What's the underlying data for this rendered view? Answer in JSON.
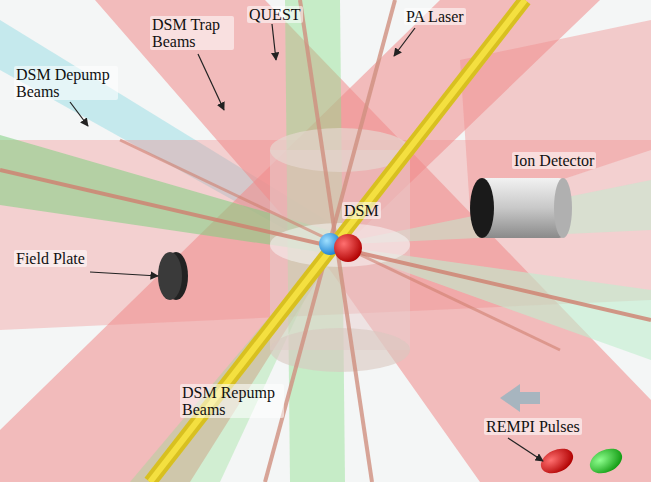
{
  "diagram": {
    "labels": [
      "DSM Trap Beams",
      "QUEST",
      "PA Laser",
      "DSM Depump Beams",
      "Ion Detector",
      "DSM",
      "Field Plate",
      "DSM Repump Beams",
      "REMPI Pulses"
    ]
  }
}
